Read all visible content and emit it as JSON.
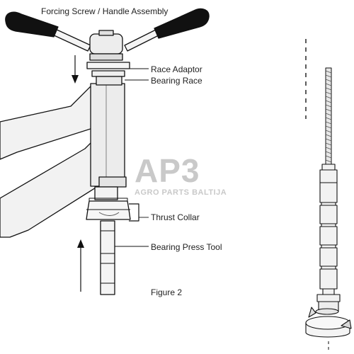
{
  "figure": {
    "title": "Forcing Screw / Handle Assembly",
    "caption": "Figure 2"
  },
  "labels": {
    "race_adaptor": "Race Adaptor",
    "bearing_race": "Bearing Race",
    "thrust_collar": "Thrust Collar",
    "bearing_press_tool": "Bearing Press Tool"
  },
  "watermark": {
    "logo_text": "AP3",
    "tagline": "AGRO PARTS BALTIJA"
  }
}
